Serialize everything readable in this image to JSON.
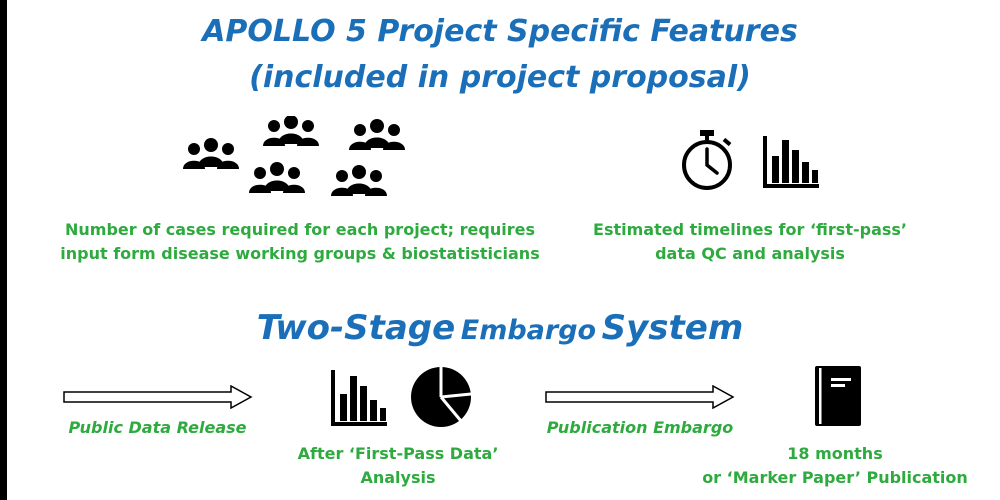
{
  "header": {
    "title_line1": "APOLLO 5 Project Specific Features",
    "title_line2": "(included in project proposal)"
  },
  "features": {
    "cases_text_line1": "Number of cases required for each project; requires",
    "cases_text_line2": "input form disease working groups & biostatisticians",
    "timeline_text_line1": "Estimated timelines for ‘first-pass’",
    "timeline_text_line2": "data QC and analysis"
  },
  "embargo": {
    "title_part1": "Two-Stage",
    "title_part2": "Embargo",
    "title_part3": "System",
    "public_release_label": "Public Data Release",
    "first_pass_line1": "After ‘First-Pass Data’",
    "first_pass_line2": "Analysis",
    "publication_embargo_label": "Publication Embargo",
    "months_line1": "18 months",
    "months_line2": "or ‘Marker Paper’ Publication"
  },
  "colors": {
    "title_blue": "#1a6fb8",
    "text_green": "#2eaa3f",
    "icon_black": "#000000"
  },
  "icons": [
    "people-group-icon",
    "stopwatch-icon",
    "bar-chart-icon",
    "pie-chart-icon",
    "book-icon",
    "right-arrow-icon"
  ]
}
